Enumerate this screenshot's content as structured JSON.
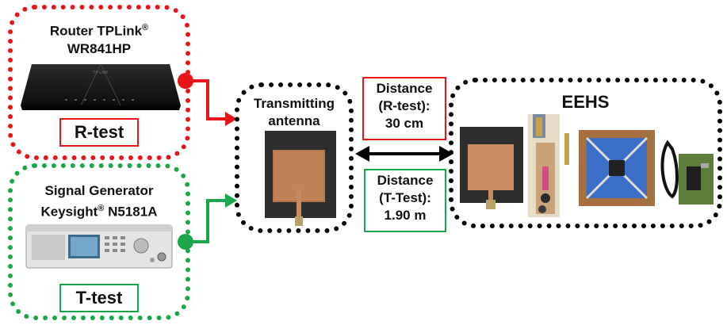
{
  "router": {
    "title_line1": "Router TPLink",
    "title_line1_reg": "®",
    "title_line2": "WR841HP",
    "tag": "R-test",
    "color": "#e8141b"
  },
  "generator": {
    "title_line1": "Signal Generator",
    "title_line2_brand": "Keysight",
    "title_line2_reg": "®",
    "title_line2_model": " N5181A",
    "tag": "T-test",
    "color": "#1aa64a"
  },
  "transmitter": {
    "title_line1": "Transmitting",
    "title_line2": "antenna"
  },
  "distance_r": {
    "line1": "Distance",
    "line2": "(R-test):",
    "line3": "30 cm"
  },
  "distance_t": {
    "line1": "Distance",
    "line2": "(T-Test):",
    "line3": "1.90 m"
  },
  "eehs": {
    "title": "EEHS"
  }
}
